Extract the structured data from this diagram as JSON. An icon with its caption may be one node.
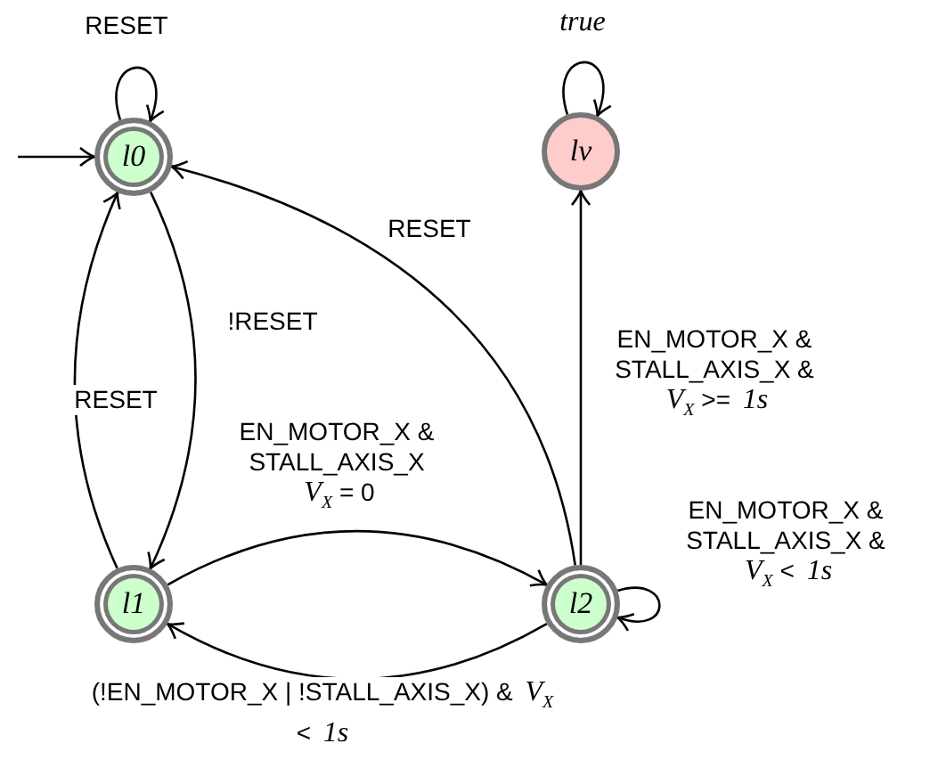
{
  "diagram": {
    "nodes": [
      {
        "text": [
          "l0"
        ]
      },
      {
        "text": [
          "lv"
        ]
      },
      {
        "text": [
          "l1"
        ]
      },
      {
        "text": [
          "l2"
        ]
      }
    ],
    "edges": [
      {
        "from": 0,
        "to": 0,
        "arrow": "to",
        "label": "RESET"
      },
      {
        "from": 1,
        "to": 1,
        "arrow": "to",
        "label": "true"
      },
      {
        "from": 0,
        "to": 2,
        "arrow": "to",
        "label": "!RESET"
      },
      {
        "from": 2,
        "to": 0,
        "arrow": "to",
        "label": "RESET"
      },
      {
        "from": 3,
        "to": 0,
        "arrow": "to",
        "label": "RESET"
      },
      {
        "from": 2,
        "to": 3,
        "arrow": "to",
        "label": "EN_MOTOR_X & STALL_AXIS_X *V*$_{X}$ = 0"
      },
      {
        "from": 3,
        "to": 2,
        "arrow": "to",
        "label": "(!EN_MOTOR_X | !STALL_AXIS_X) & *V*$_{X}$ < *1s*"
      },
      {
        "from": 3,
        "to": 3,
        "arrow": "to",
        "label": "EN_MOTOR_X & STALL_AXIS_X & *V*$_{X}$ < *1s*"
      },
      {
        "from": 3,
        "to": 1,
        "arrow": "to",
        "label": "EN_MOTOR_X & STALL_AXIS_X & *V*$_{X}$ >= *1s*"
      },
      {
        "from": null,
        "to": 0,
        "arrow": "to"
      }
    ]
  }
}
